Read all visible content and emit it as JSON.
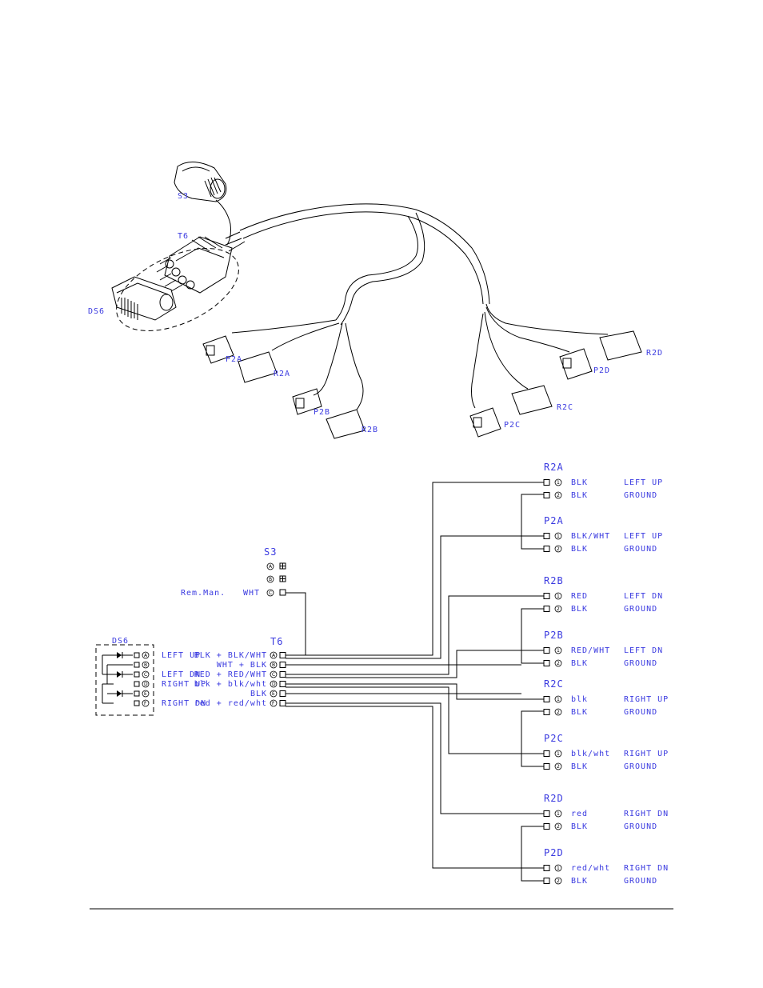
{
  "picture": {
    "s3_label": "S3",
    "t6_label": "T6",
    "ds6_label": "DS6",
    "p2a_label": "P2A",
    "r2a_label": "R2A",
    "p2b_label": "P2B",
    "r2b_label": "R2B",
    "p2c_label": "P2C",
    "r2c_label": "R2C",
    "p2d_label": "P2D",
    "r2d_label": "R2D"
  },
  "schematic": {
    "s3": {
      "title": "S3",
      "pin_a": "A",
      "pin_b": "B",
      "pin_c": "C",
      "function": "Rem.Man.",
      "wire": "WHT"
    },
    "t6": {
      "title": "T6",
      "pins": [
        {
          "pin": "A",
          "function": "LEFT UP",
          "wire": "BLK + BLK/WHT"
        },
        {
          "pin": "B",
          "function": "",
          "wire": "WHT + BLK"
        },
        {
          "pin": "C",
          "function": "LEFT DN",
          "wire": "RED + RED/WHT"
        },
        {
          "pin": "D",
          "function": "RIGHT UP",
          "wire": "blk + blk/wht"
        },
        {
          "pin": "E",
          "function": "",
          "wire": "BLK"
        },
        {
          "pin": "F",
          "function": "RIGHT DN",
          "wire": "red + red/wht"
        }
      ]
    },
    "ds6": {
      "title": "DS6",
      "pins": [
        "A",
        "B",
        "C",
        "D",
        "E",
        "F"
      ]
    },
    "connectors": [
      {
        "name": "R2A",
        "rows": [
          {
            "pin": "1",
            "wire": "BLK",
            "function": "LEFT UP"
          },
          {
            "pin": "2",
            "wire": "BLK",
            "function": "GROUND"
          }
        ]
      },
      {
        "name": "P2A",
        "rows": [
          {
            "pin": "1",
            "wire": "BLK/WHT",
            "function": "LEFT UP"
          },
          {
            "pin": "2",
            "wire": "BLK",
            "function": "GROUND"
          }
        ]
      },
      {
        "name": "R2B",
        "rows": [
          {
            "pin": "1",
            "wire": "RED",
            "function": "LEFT DN"
          },
          {
            "pin": "2",
            "wire": "BLK",
            "function": "GROUND"
          }
        ]
      },
      {
        "name": "P2B",
        "rows": [
          {
            "pin": "1",
            "wire": "RED/WHT",
            "function": "LEFT DN"
          },
          {
            "pin": "2",
            "wire": "BLK",
            "function": "GROUND"
          }
        ]
      },
      {
        "name": "R2C",
        "rows": [
          {
            "pin": "1",
            "wire": "blk",
            "function": "RIGHT UP"
          },
          {
            "pin": "2",
            "wire": "BLK",
            "function": "GROUND"
          }
        ]
      },
      {
        "name": "P2C",
        "rows": [
          {
            "pin": "1",
            "wire": "blk/wht",
            "function": "RIGHT UP"
          },
          {
            "pin": "2",
            "wire": "BLK",
            "function": "GROUND"
          }
        ]
      },
      {
        "name": "R2D",
        "rows": [
          {
            "pin": "1",
            "wire": "red",
            "function": "RIGHT DN"
          },
          {
            "pin": "2",
            "wire": "BLK",
            "function": "GROUND"
          }
        ]
      },
      {
        "name": "P2D",
        "rows": [
          {
            "pin": "1",
            "wire": "red/wht",
            "function": "RIGHT DN"
          },
          {
            "pin": "2",
            "wire": "BLK",
            "function": "GROUND"
          }
        ]
      }
    ]
  }
}
